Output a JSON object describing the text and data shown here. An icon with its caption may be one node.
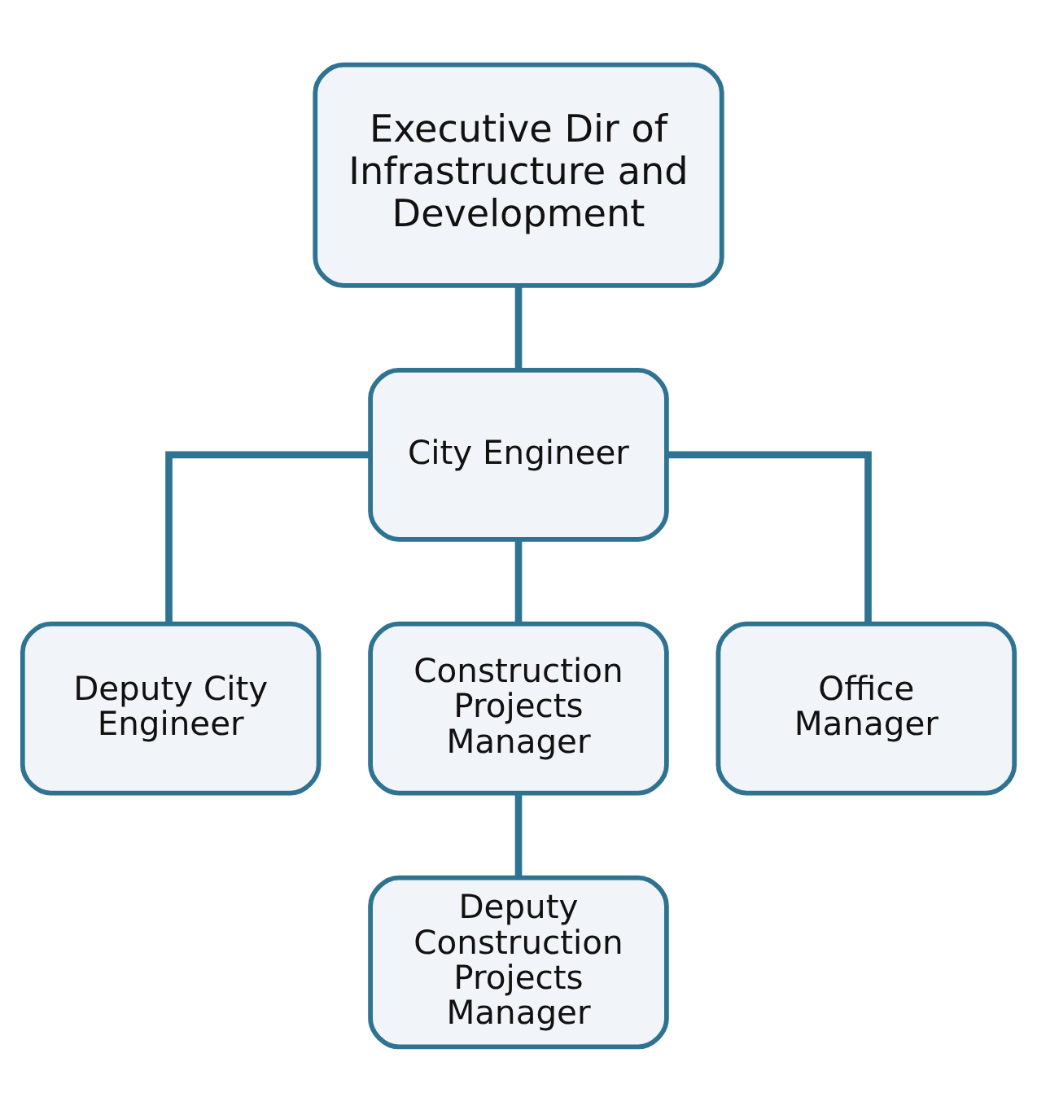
{
  "diagram": {
    "nodes": [
      {
        "text": [
          "Executive Dir of Infrastructure and Development"
        ]
      },
      {
        "text": [
          "City Engineer"
        ]
      },
      {
        "text": [
          "Deputy City Engineer"
        ]
      },
      {
        "text": [
          "Construction Projects Manager"
        ]
      },
      {
        "text": [
          "Office Manager"
        ]
      },
      {
        "text": [
          "Deputy Construction Projects Manager"
        ]
      }
    ],
    "edges": [
      {
        "from": 0,
        "to": 1,
        "arrow": "none"
      },
      {
        "from": 1,
        "to": 2,
        "arrow": "none"
      },
      {
        "from": 1,
        "to": 3,
        "arrow": "none"
      },
      {
        "from": 1,
        "to": 4,
        "arrow": "none"
      },
      {
        "from": 3,
        "to": 5,
        "arrow": "none"
      }
    ]
  }
}
